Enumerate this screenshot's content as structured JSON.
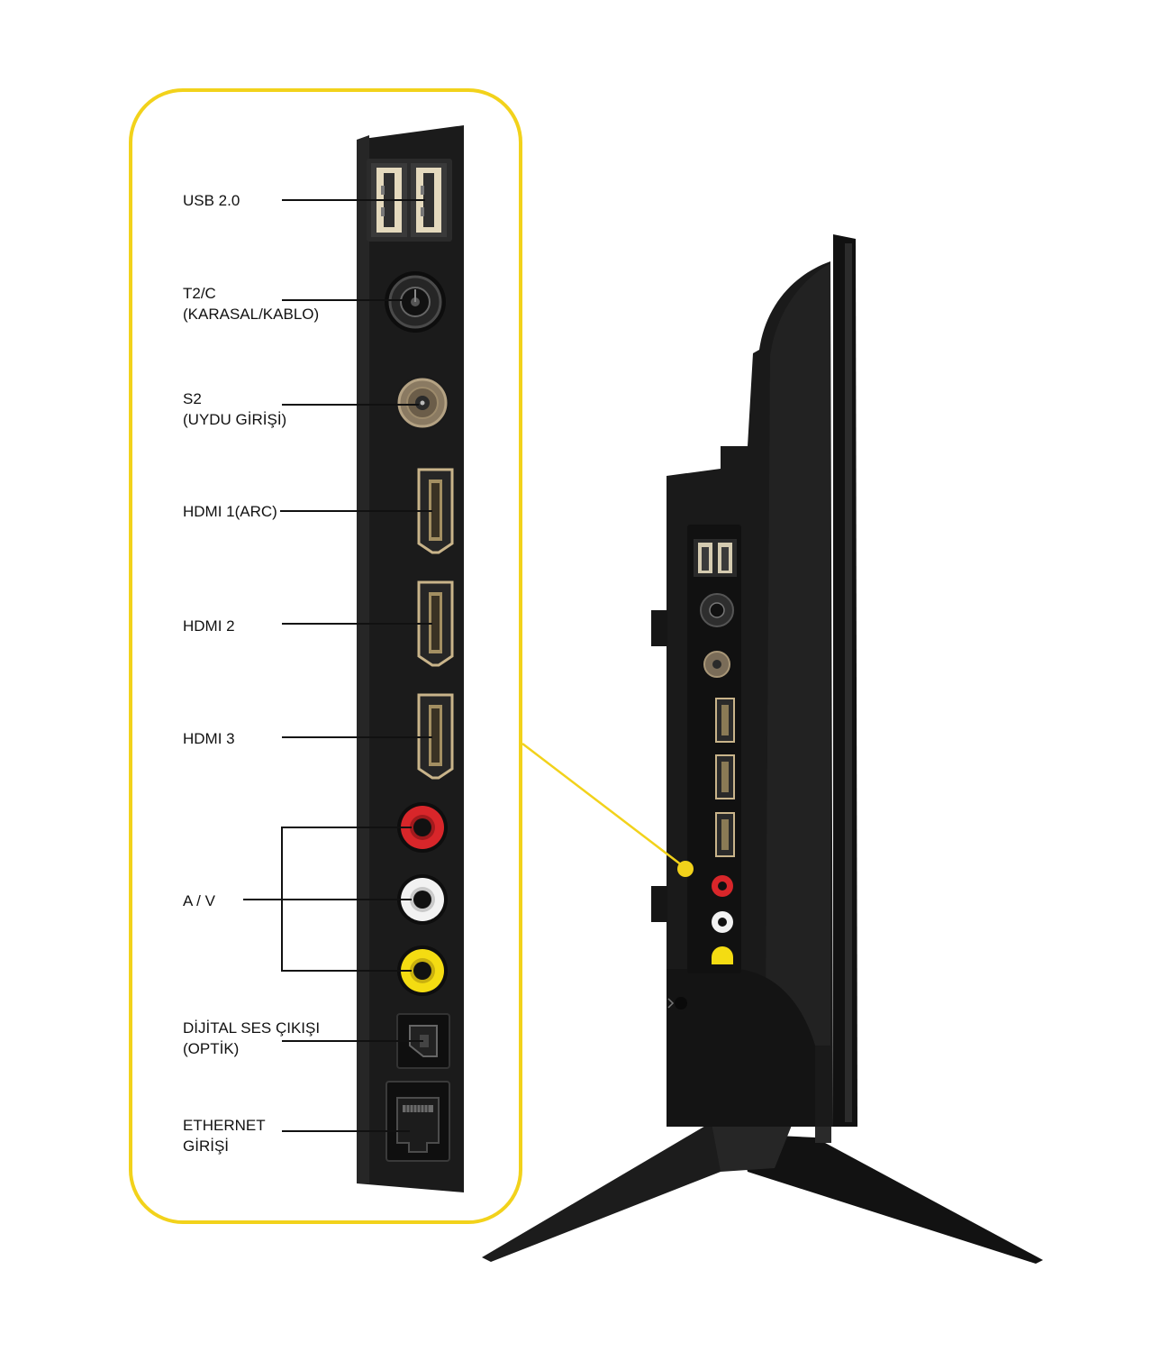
{
  "colors": {
    "callout_frame": "#F2D21B",
    "panel": "#1b1b1b",
    "tv_body": "#171717",
    "leader_line": "#111111",
    "rca_red": "#d8262a",
    "rca_white": "#f2f2f2",
    "rca_yellow": "#f4dc12",
    "connector_gold": "#c9b48a"
  },
  "ports": [
    {
      "id": "usb",
      "icon": "usb-dual-port-icon",
      "label_lines": [
        "USB 2.0"
      ]
    },
    {
      "id": "t2c",
      "icon": "coax-antenna-port-icon",
      "label_lines": [
        "T2/C",
        "(KARASAL/KABLO)"
      ]
    },
    {
      "id": "s2",
      "icon": "satellite-f-connector-icon",
      "label_lines": [
        "S2",
        "(UYDU GİRİŞİ)"
      ]
    },
    {
      "id": "hdmi1",
      "icon": "hdmi-port-icon",
      "label_lines": [
        "HDMI 1(ARC)"
      ]
    },
    {
      "id": "hdmi2",
      "icon": "hdmi-port-icon",
      "label_lines": [
        "HDMI 2"
      ]
    },
    {
      "id": "hdmi3",
      "icon": "hdmi-port-icon",
      "label_lines": [
        "HDMI 3"
      ]
    },
    {
      "id": "av",
      "icon": "rca-jack-icon",
      "label_lines": [
        "A / V"
      ]
    },
    {
      "id": "optical",
      "icon": "optical-toslink-port-icon",
      "label_lines": [
        "DİJİTAL SES ÇIKIŞI",
        "(OPTİK)"
      ]
    },
    {
      "id": "ethernet",
      "icon": "rj45-ethernet-port-icon",
      "label_lines": [
        "ETHERNET",
        "GİRİŞİ"
      ]
    }
  ]
}
